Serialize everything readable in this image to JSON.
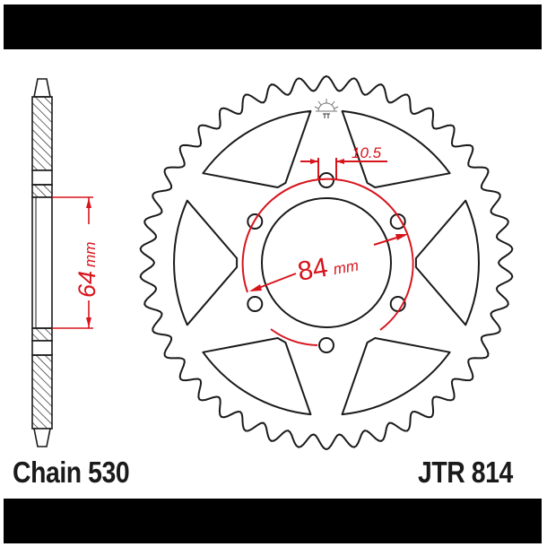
{
  "header_bar": {
    "color": "#000000"
  },
  "footer_bar": {
    "color": "#000000"
  },
  "labels": {
    "chain": "Chain 530",
    "part_number": "JTR 814"
  },
  "dimensions": {
    "bolt_circle": {
      "value": "84",
      "unit": "mm"
    },
    "bolt_hole": {
      "value": "10.5"
    },
    "side_view_center_bore": {
      "value": "64",
      "unit": "mm"
    }
  },
  "sprocket": {
    "teeth": 42,
    "bolt_holes": 6,
    "cutouts": 6
  },
  "colors": {
    "line": "#1a1a1a",
    "dimension": "#d7141c",
    "hatch": "#1a1a1a"
  },
  "icons": {
    "logo": "sun-logo-icon"
  }
}
